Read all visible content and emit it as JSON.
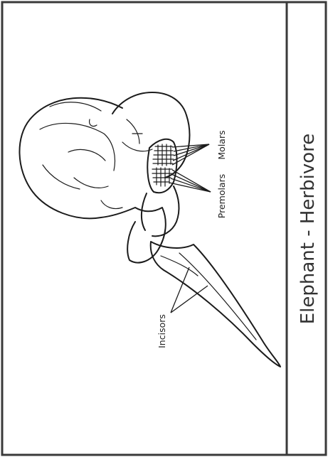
{
  "caption": "Elephant - Herbivore",
  "labels": {
    "molars": "Molars",
    "premolars": "Premolars",
    "incisors": "Incisors"
  }
}
